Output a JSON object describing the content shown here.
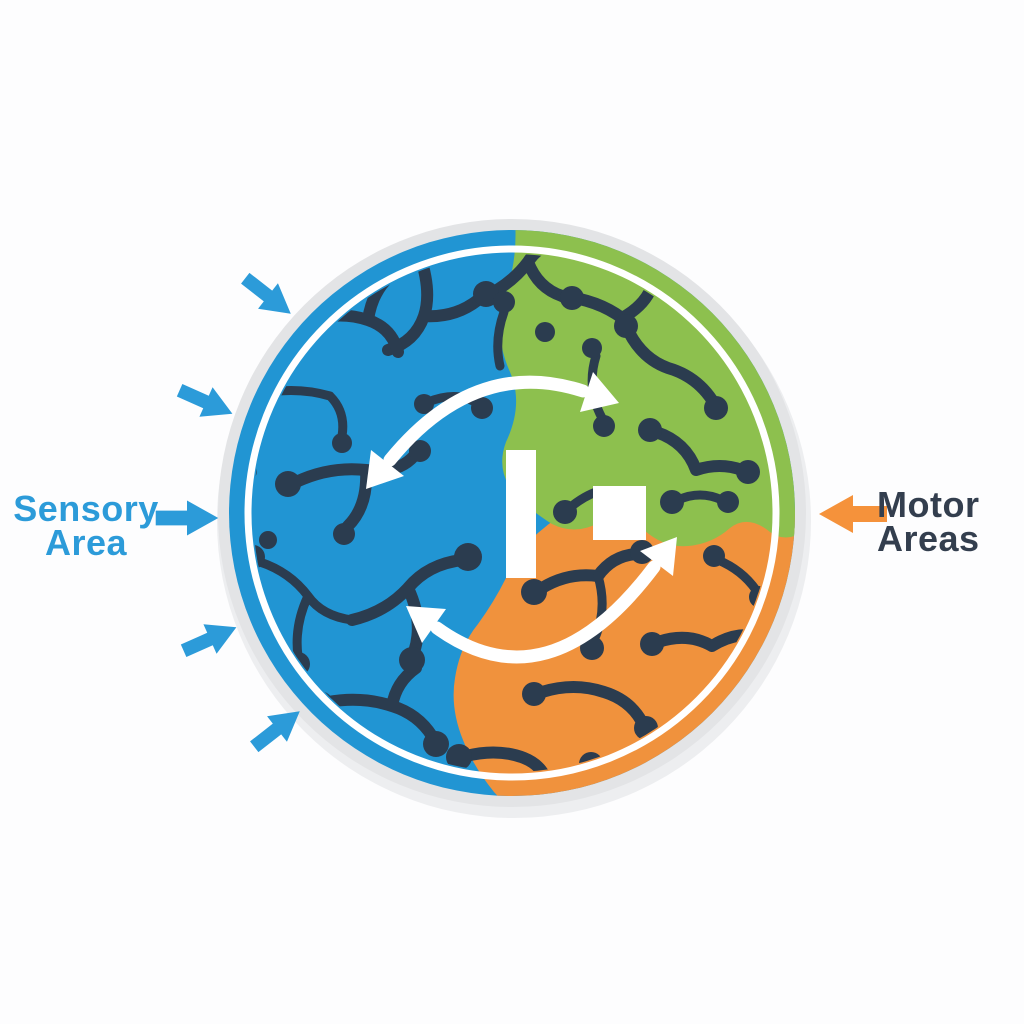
{
  "labels": {
    "sensory": {
      "line1": "Sensory",
      "line2": "Area"
    },
    "motor": {
      "line1": "Motor",
      "line2": "Areas"
    }
  },
  "diagram": {
    "regions": [
      {
        "id": "sensory-area",
        "label": "Sensory Area",
        "position": "left",
        "color_key": "sensory_region_blue"
      },
      {
        "id": "motor-area-upper",
        "label": "Motor Areas",
        "position": "top-right",
        "color_key": "motor_region_green"
      },
      {
        "id": "motor-area-lower",
        "label": "Motor Areas",
        "position": "bottom-right",
        "color_key": "motor_region_orange"
      }
    ],
    "input_arrows": {
      "count": 5,
      "side": "left",
      "direction": "pointing-inward"
    },
    "motor_arrow": {
      "count": 1,
      "side": "right",
      "direction": "pointing-left-toward-circle"
    },
    "flow_arrows": {
      "count": 2,
      "style": "white curved double-headed arcs inside circle"
    },
    "center_shapes": [
      "vertical-bar",
      "square"
    ]
  },
  "icons": {
    "input_arrow": "solid blue arrow",
    "motor_arrow": "solid orange arrow",
    "flow_arrow": "white curved double-headed arrow",
    "neural_network": "dark branching dendrites with round nodes"
  },
  "colors": {
    "background": "#FDFDFE",
    "outer_ring": "#E3E4E6",
    "ring_shadow": "#EDEEF0",
    "inner_ring": "#FFFFFF",
    "sensory_region_blue": "#2195D3",
    "motor_region_green": "#8DC04E",
    "motor_region_orange": "#F0923D",
    "neural_network": "#2B3C4F",
    "flow_arrows": "#FFFFFF",
    "input_arrows": "#2C9BD9",
    "motor_arrow": "#F5923B",
    "sensory_label_text": "#2C9BD9",
    "motor_label_text": "#333E4E",
    "center_shapes": "#FFFFFF"
  }
}
